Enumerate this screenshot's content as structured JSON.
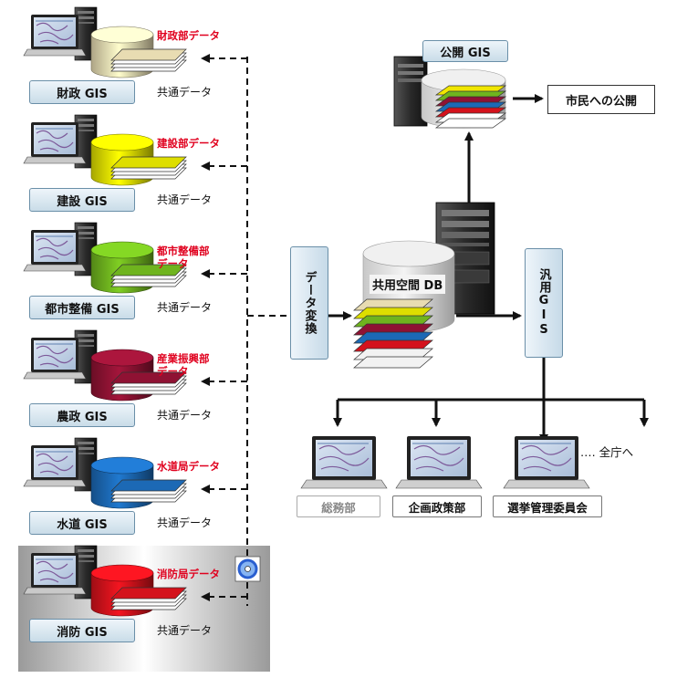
{
  "depts": [
    {
      "gis_label": "財政 GIS",
      "data_label": "財政部データ",
      "common_label": "共通データ",
      "color": "#e8dcb2"
    },
    {
      "gis_label": "建設 GIS",
      "data_label": "建設部データ",
      "common_label": "共通データ",
      "color": "#dede00"
    },
    {
      "gis_label": "都市整備 GIS",
      "data_label": "都市整備部\nデータ",
      "common_label": "共通データ",
      "color": "#6fb41e"
    },
    {
      "gis_label": "農政 GIS",
      "data_label": "産業振興部\nデータ",
      "common_label": "共通データ",
      "color": "#8f1233"
    },
    {
      "gis_label": "水道 GIS",
      "data_label": "水道局データ",
      "common_label": "共通データ",
      "color": "#1c69b5"
    },
    {
      "gis_label": "消防 GIS",
      "data_label": "消防局データ",
      "common_label": "共通データ",
      "color": "#d4121c"
    }
  ],
  "convert_label": "データ変換",
  "shared_db_label": "共用空間 DB",
  "general_gis_label": "汎用GIS",
  "public_gis_label": "公開 GIS",
  "citizens_label": "市民への公開",
  "clients": [
    {
      "label": "総務部",
      "muted": true
    },
    {
      "label": "企画政策部",
      "muted": false
    },
    {
      "label": "選挙管理委員会",
      "muted": false
    }
  ],
  "all_offices_label": "‥‥ 全庁へ",
  "stack_colors": [
    "#e8dcb2",
    "#dede00",
    "#6fb41e",
    "#8f1233",
    "#1c69b5",
    "#d4121c",
    "#f2f2f2",
    "#f2f2f2"
  ],
  "public_stack_colors": [
    "#f0e600",
    "#6fb41e",
    "#8f1233",
    "#1c69b5",
    "#d4121c"
  ]
}
